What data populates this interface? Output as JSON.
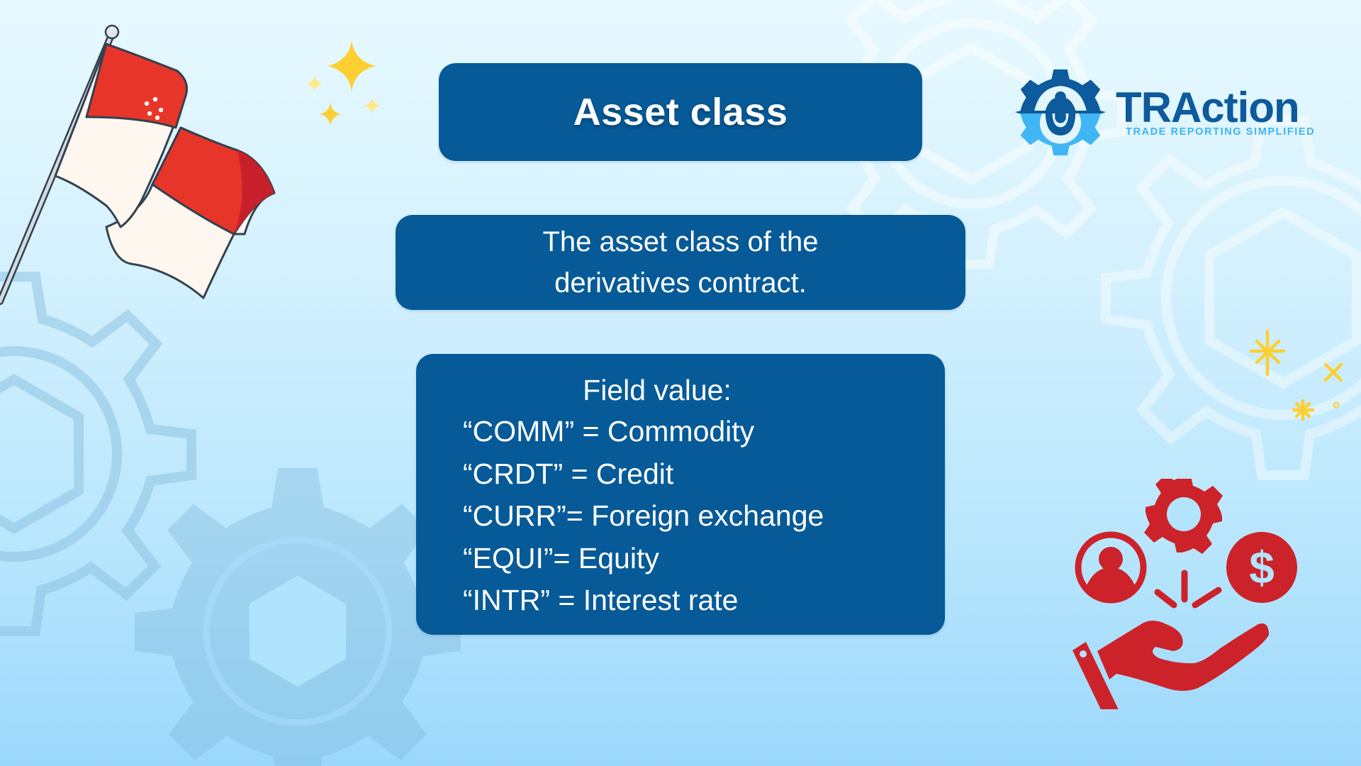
{
  "slide": {
    "title": "Asset class",
    "description": {
      "lines": [
        "The asset class of the",
        "derivatives contract."
      ]
    },
    "field_values": {
      "heading": "Field value:",
      "items": [
        {
          "code": "“COMM”",
          "separator": " = ",
          "label": "Commodity"
        },
        {
          "code": "“CRDT”",
          "separator": " = ",
          "label": "Credit"
        },
        {
          "code": "“CURR”",
          "separator": "= ",
          "label": "Foreign exchange"
        },
        {
          "code": "“EQUI”",
          "separator": "= ",
          "label": "Equity"
        },
        {
          "code": "“INTR”",
          "separator": " = ",
          "label": "Interest rate"
        }
      ]
    }
  },
  "brand": {
    "name": "TRAction",
    "tagline": "TRADE REPORTING SIMPLIFIED",
    "colors": {
      "dark_blue": "#0d5a9c",
      "light_blue": "#41b6f5"
    }
  },
  "decorations": {
    "flag": "singapore-flag",
    "sparkles": [
      "sparkle-cluster-top",
      "sparkle-cluster-right"
    ],
    "illustration": [
      "user-icon",
      "gear-icon",
      "dollar-icon",
      "hand-icon"
    ]
  },
  "colors": {
    "card_background": "#065a98",
    "card_text": "#ffffff",
    "background_top": "#e8f9ff",
    "background_bottom": "#9cd8fb",
    "accent_red": "#cc2229",
    "sparkle_yellow": "#fdd23a"
  }
}
